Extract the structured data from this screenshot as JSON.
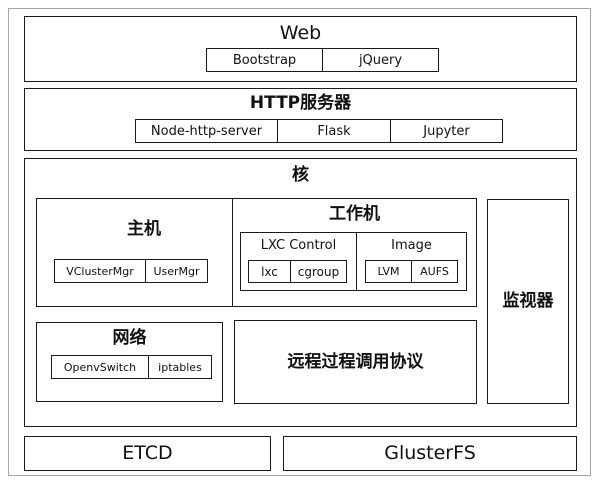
{
  "web": {
    "title": "Web",
    "components": [
      "Bootstrap",
      "jQuery"
    ]
  },
  "http": {
    "title": "HTTP服务器",
    "components": [
      "Node-http-server",
      "Flask",
      "Jupyter"
    ]
  },
  "core": {
    "title": "核",
    "host": {
      "title": "主机",
      "components": [
        "VClusterMgr",
        "UserMgr"
      ]
    },
    "worker": {
      "title": "工作机",
      "lxc": {
        "title": "LXC Control",
        "components": [
          "lxc",
          "cgroup"
        ]
      },
      "image": {
        "title": "Image",
        "components": [
          "LVM",
          "AUFS"
        ]
      }
    },
    "network": {
      "title": "网络",
      "components": [
        "OpenvSwitch",
        "iptables"
      ]
    },
    "rpc": {
      "title": "远程过程调用协议"
    },
    "monitor": {
      "title": "监视器"
    }
  },
  "storage": [
    "ETCD",
    "GlusterFS"
  ]
}
